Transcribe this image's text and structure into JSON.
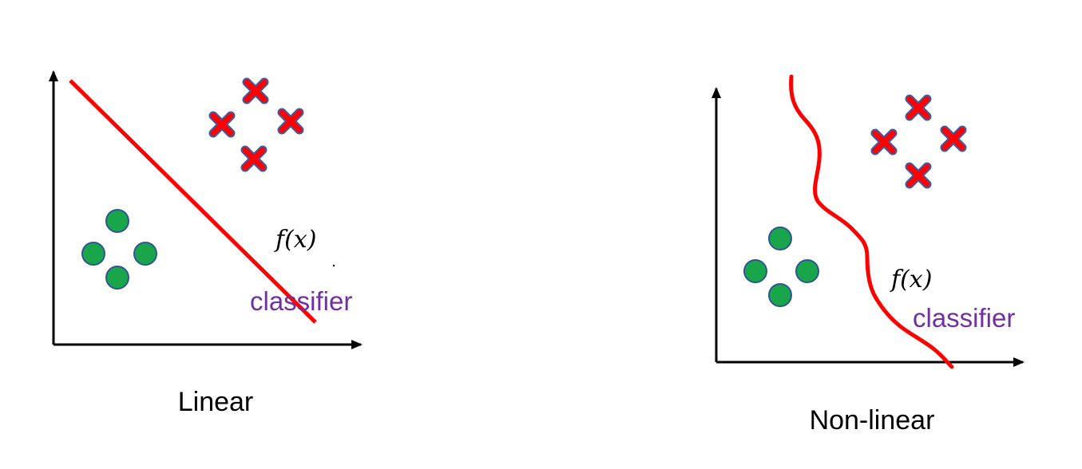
{
  "colors": {
    "classifier_line": "#ff0000",
    "cross_fill": "#ff0000",
    "cross_outline": "#3b5fa6",
    "circle_fill": "#19a64a",
    "circle_outline": "#2f5597",
    "label_purple": "#7030a0",
    "axis": "#000000"
  },
  "panels": [
    {
      "caption": "Linear",
      "function_label": "f(x)",
      "annotation": "classifier",
      "classifier_shape": "straight-line",
      "class_a_marker": "red-cross",
      "class_b_marker": "green-circle"
    },
    {
      "caption": "Non-linear",
      "function_label": "f(x)",
      "annotation": "classifier",
      "classifier_shape": "curve",
      "class_a_marker": "red-cross",
      "class_b_marker": "green-circle"
    }
  ]
}
